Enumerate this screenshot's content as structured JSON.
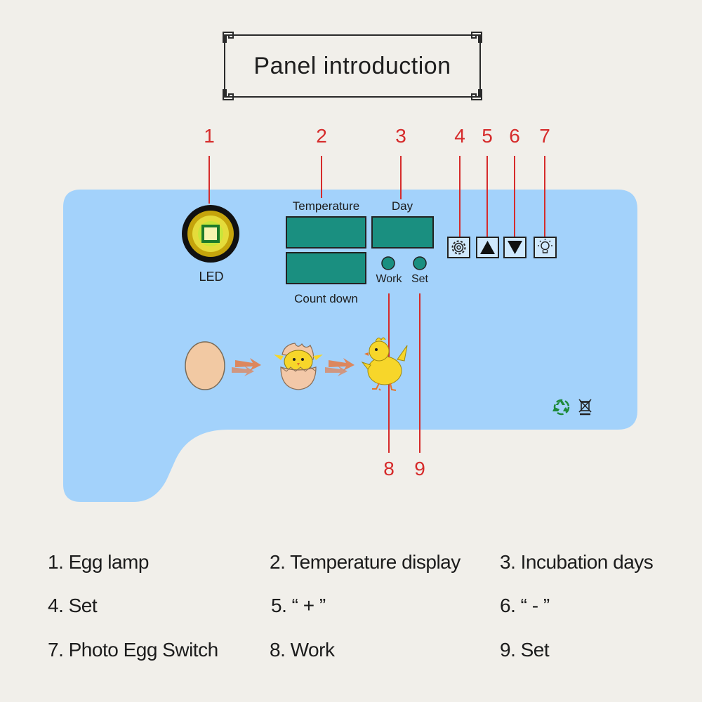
{
  "title": "Panel introduction",
  "callouts": [
    "1",
    "2",
    "3",
    "4",
    "5",
    "6",
    "7",
    "8",
    "9"
  ],
  "panel": {
    "led_label": "LED",
    "temperature_label": "Temperature",
    "day_label": "Day",
    "countdown_label": "Count down",
    "work_label": "Work",
    "set_label": "Set"
  },
  "icons": {
    "set": "gear-icon",
    "plus": "triangle-up-icon",
    "minus": "triangle-down-icon",
    "photo_egg": "bulb-icon",
    "recycle": "recycle-icon",
    "weee": "crossed-bin-icon"
  },
  "legend": [
    "1. Egg lamp",
    "2. Temperature display",
    "3. Incubation days",
    "4. Set",
    "5. “ + ”",
    "6. “ - ”",
    "7. Photo Egg Switch",
    "8. Work",
    "9. Set"
  ],
  "colors": {
    "panel": "#a3d2fb",
    "display": "#1a8f80",
    "callout": "#d62b2b",
    "background": "#f1efea"
  }
}
